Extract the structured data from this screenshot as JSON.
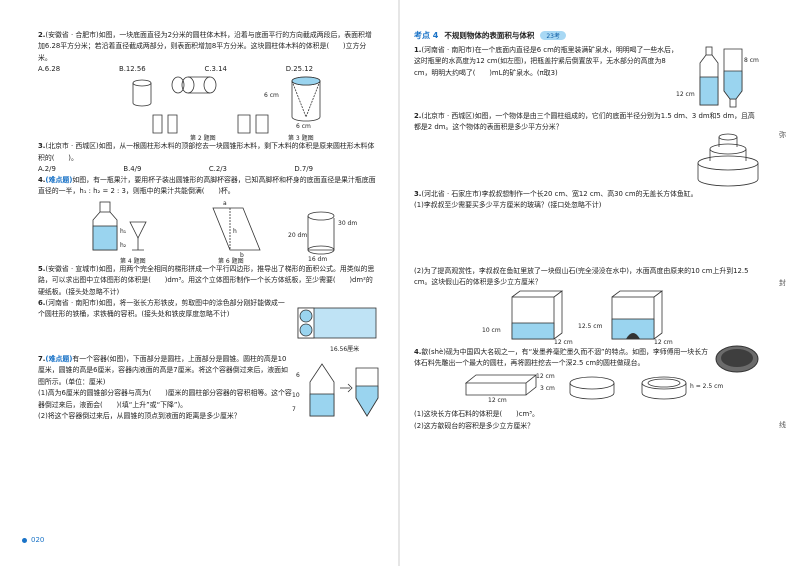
{
  "left": {
    "q2": {
      "num": "2.",
      "text": "(安徽省 · 合肥市)如图，一块底面直径为2分米的圆柱体木料，沿着与底面平行的方向截成两段后，表面积增加6.28平方分米；若沿着直径截成两部分，则表面积增加8平方分米。这块圆柱体木料的体积是(　　)立方分米。",
      "choices": [
        "A.6.28",
        "B.12.56",
        "C.3.14",
        "D.25.12"
      ]
    },
    "fig_labels": {
      "six_cm_a": "6 cm",
      "six_cm_b": "6 cm",
      "cap2": "第 2 题图",
      "cap3": "第 3 题图"
    },
    "q3": {
      "num": "3.",
      "text": "(北京市 · 西城区)如图，从一根圆柱形木料的顶部挖去一块圆锥形木料，剩下木料的体积是原来圆柱形木料体积的(　　)。",
      "choices": [
        "A.2/9",
        "B.4/9",
        "C.2/3",
        "D.7/9"
      ]
    },
    "q4": {
      "num": "4.",
      "tag": "(难点题)",
      "text": "如图，有一瓶果汁，要用杯子装出圆锥形的高脚杯容器，已知高脚杯和杯身的底面直径是果汁瓶底面直径的一半，h₁ : h₂ = 2 : 3，则瓶中的果汁共能倒满(　　)杯。"
    },
    "fig4_labels": {
      "h1": "h₁",
      "h2": "h₂",
      "a": "a",
      "b": "b",
      "h": "h",
      "d20": "20 dm",
      "d30": "30 dm",
      "d16": "16 dm",
      "cap4": "第 4 题图",
      "cap6": "第 6 题图"
    },
    "q5": {
      "num": "5.",
      "text": "(安徽省 · 宣城市)如图，用两个完全相同的梯形拼成一个平行四边形，推导出了梯形的面积公式。用类似的思路，可以求出图中立体图形的体积是(　　)dm³。用这个立体图形制作一个长方体纸板，至少需要(　　)dm²的硬纸板。(接头处忽略不计)"
    },
    "q6": {
      "num": "6.",
      "text": "(河南省 · 南阳市)如图，将一张长方形铁皮，剪取图中的涂色部分刚好能做成一个圆柱形的铁桶，求铁桶的容积。(接头处和铁皮厚度忽略不计)",
      "fig_label": "16.56厘米"
    },
    "q7": {
      "num": "7.",
      "tag": "(难点题)",
      "text": "有一个容器(如图)，下面部分是圆柱，上面部分是圆锥。圆柱的高是10厘米，圆锥的高是6厘米，容器内液面的高是7厘米。将这个容器倒过来后，液面如图所示。(单位：厘米)",
      "sub1": "(1)高为6厘米的圆锥部分容器与高为(　　)厘米的圆柱部分容器的容积相等。这个容器倒过来后，液面会(　　)(填“上升”或“下降”)。",
      "sub2": "(2)将这个容器倒过来后，从圆锥的顶点到液面的距离是多少厘米？",
      "labels": {
        "six": "6",
        "ten": "10",
        "seven": "7"
      }
    },
    "page_number": "020"
  },
  "right": {
    "header": {
      "title_num": "考点 4",
      "title": "不规则物体的表面积与体积",
      "badge": "23考"
    },
    "q1": {
      "num": "1.",
      "text": "(河南省 · 南阳市)在一个底面内直径是6 cm的瓶里装满矿泉水，明明喝了一些水后，这时瓶里的水高度为12 cm(如左图)，把瓶盖拧紧后倒置放平，无水部分的高度为8 cm，明明大约喝了(　　)mL的矿泉水。(π取3)",
      "labels": {
        "c12": "12 cm",
        "c8": "8 cm"
      }
    },
    "q2": {
      "num": "2.",
      "text": "(北京市 · 西城区)如图，一个物体是由三个圆柱组成的，它们的底面半径分别为1.5 dm、3 dm和5 dm，且高都是2 dm。这个物体的表面积是多少平方分米？"
    },
    "q3": {
      "num": "3.",
      "text": "(河北省 · 石家庄市)李叔叔想制作一个长20 cm、宽12 cm、高30 cm的无盖长方体鱼缸。",
      "sub1": "(1)李叔叔至少需要买多少平方厘米的玻璃？(接口处忽略不计)",
      "sub2": "(2)为了提高观赏性，李叔叔在鱼缸里放了一块假山石(完全浸没在水中)，水面高度由原来的10 cm上升到12.5 cm。这块假山石的体积是多少立方厘米？",
      "labels": {
        "a": "10 cm",
        "b": "12 cm",
        "c": "12.5 cm",
        "d": "12 cm"
      }
    },
    "q4": {
      "num": "4.",
      "text": "歙(shè)砚为中国四大名砚之一，有“发墨养毫贮墨久而不涸”的特点。如图，李师傅用一块长方体石料先雕出一个最大的圆柱，再将圆柱挖去一个深2.5 cm的圆柱做砚台。",
      "sub1": "(1)这块长方体石料的体积是(　　)cm³。",
      "sub2": "(2)这方歙砚台的容积是多少立方厘米？",
      "labels": {
        "c12a": "12 cm",
        "c3": "3 cm",
        "c12b": "12 cm",
        "h": "h = 2.5 cm"
      }
    },
    "side_chars": [
      "弥",
      "封",
      "线"
    ]
  }
}
